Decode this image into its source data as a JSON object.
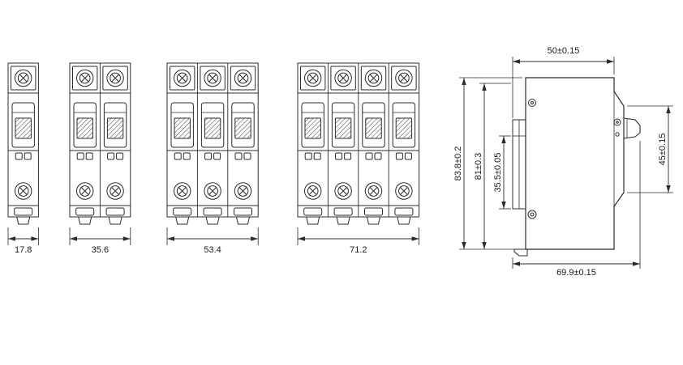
{
  "front_views": [
    {
      "poles": 1,
      "width_label": "17.8"
    },
    {
      "poles": 2,
      "width_label": "35.6"
    },
    {
      "poles": 3,
      "width_label": "53.4"
    },
    {
      "poles": 4,
      "width_label": "71.2"
    }
  ],
  "side_view": {
    "depth_label": "50±0.15",
    "overall_height_label": "83.8±0.2",
    "body_height_label": "81±0.3",
    "rail_slot_label": "35.5±0.05",
    "front_face_label": "45±0.15",
    "total_depth_label": "69.9±0.15"
  },
  "colors": {
    "line": "#2b2b2b",
    "background": "#ffffff"
  }
}
